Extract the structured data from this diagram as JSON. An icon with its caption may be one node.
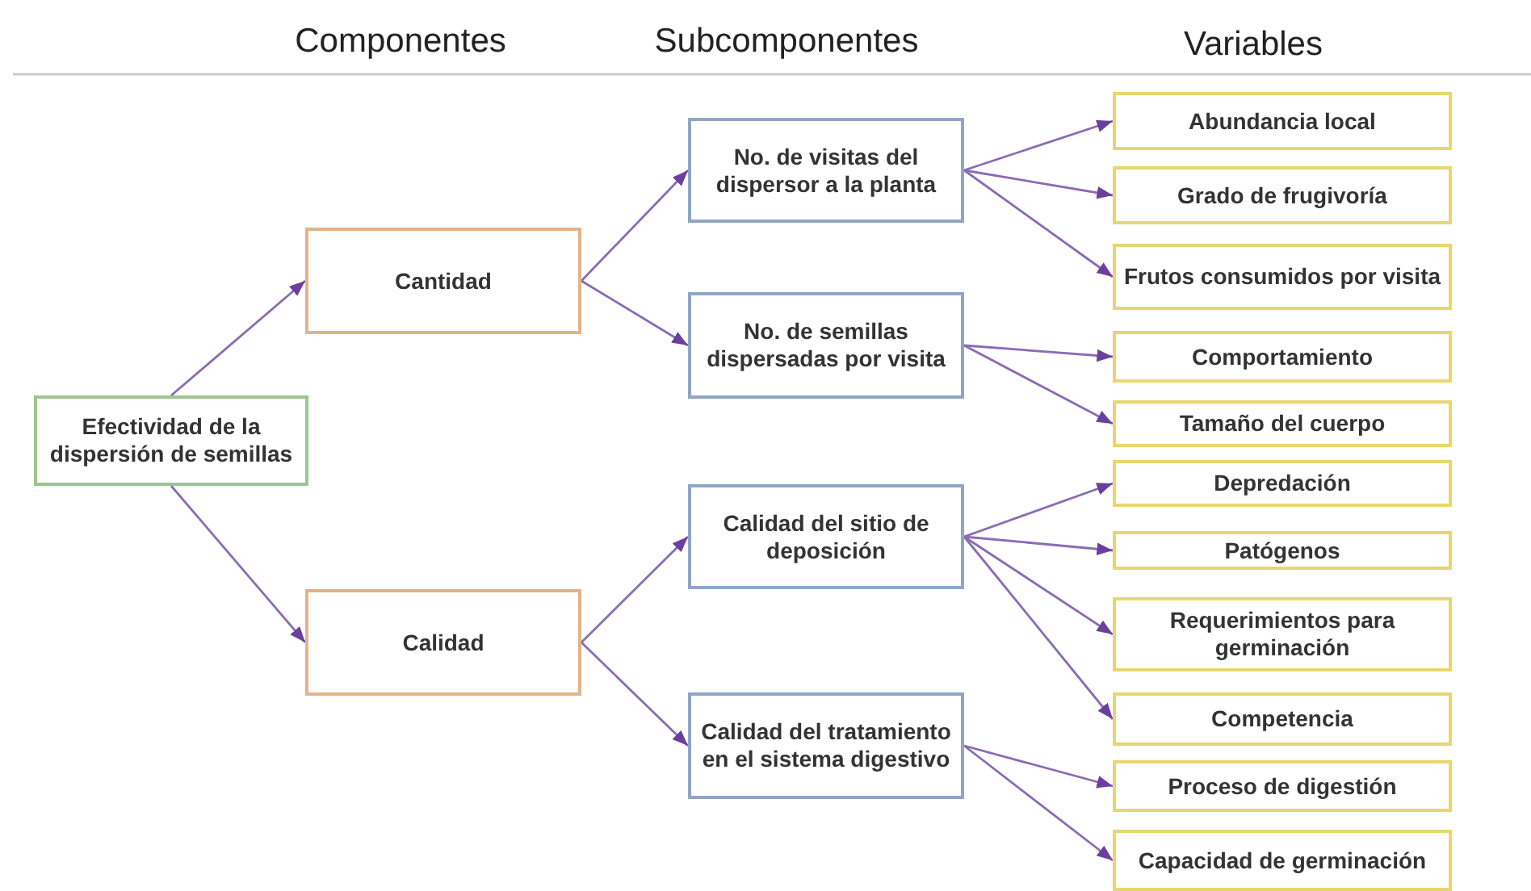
{
  "diagram": {
    "nodes": [
      {
        "text": [
          "Efectividad de la dispersión de semillas"
        ]
      },
      {
        "text": [
          "Cantidad"
        ]
      },
      {
        "text": [
          "Calidad"
        ]
      },
      {
        "text": [
          "No. de visitas del dispersor a la planta"
        ]
      },
      {
        "text": [
          "No. de semillas dispersadas por visita"
        ]
      },
      {
        "text": [
          "Calidad del sitio de deposición"
        ]
      },
      {
        "text": [
          "Calidad del tratamiento en el sistema digestivo"
        ]
      },
      {
        "text": [
          "Abundancia local"
        ]
      },
      {
        "text": [
          "Grado de frugivoría"
        ]
      },
      {
        "text": [
          "Frutos consumidos por visita"
        ]
      },
      {
        "text": [
          "Comportamiento"
        ]
      },
      {
        "text": [
          "Tamaño del cuerpo"
        ]
      },
      {
        "text": [
          "Depredación"
        ]
      },
      {
        "text": [
          "Patógenos"
        ]
      },
      {
        "text": [
          "Requerimientos para germinación"
        ]
      },
      {
        "text": [
          "Competencia"
        ]
      },
      {
        "text": [
          "Proceso de digestión"
        ]
      },
      {
        "text": [
          "Capacidad de germinación"
        ]
      }
    ],
    "edges": [
      {
        "from": 0,
        "to": 1,
        "arrow": "to"
      },
      {
        "from": 0,
        "to": 2,
        "arrow": "to"
      },
      {
        "from": 1,
        "to": 3,
        "arrow": "to"
      },
      {
        "from": 1,
        "to": 4,
        "arrow": "to"
      },
      {
        "from": 2,
        "to": 5,
        "arrow": "to"
      },
      {
        "from": 2,
        "to": 6,
        "arrow": "to"
      },
      {
        "from": 3,
        "to": 7,
        "arrow": "to"
      },
      {
        "from": 3,
        "to": 8,
        "arrow": "to"
      },
      {
        "from": 3,
        "to": 9,
        "arrow": "to"
      },
      {
        "from": 4,
        "to": 10,
        "arrow": "to"
      },
      {
        "from": 4,
        "to": 11,
        "arrow": "to"
      },
      {
        "from": 5,
        "to": 12,
        "arrow": "to"
      },
      {
        "from": 5,
        "to": 13,
        "arrow": "to"
      },
      {
        "from": 5,
        "to": 14,
        "arrow": "to"
      },
      {
        "from": 5,
        "to": 15,
        "arrow": "to"
      },
      {
        "from": 6,
        "to": 16,
        "arrow": "to"
      },
      {
        "from": 6,
        "to": 17,
        "arrow": "to"
      }
    ],
    "labels": [
      "Componentes",
      "Subcomponentes",
      "Variables"
    ]
  }
}
